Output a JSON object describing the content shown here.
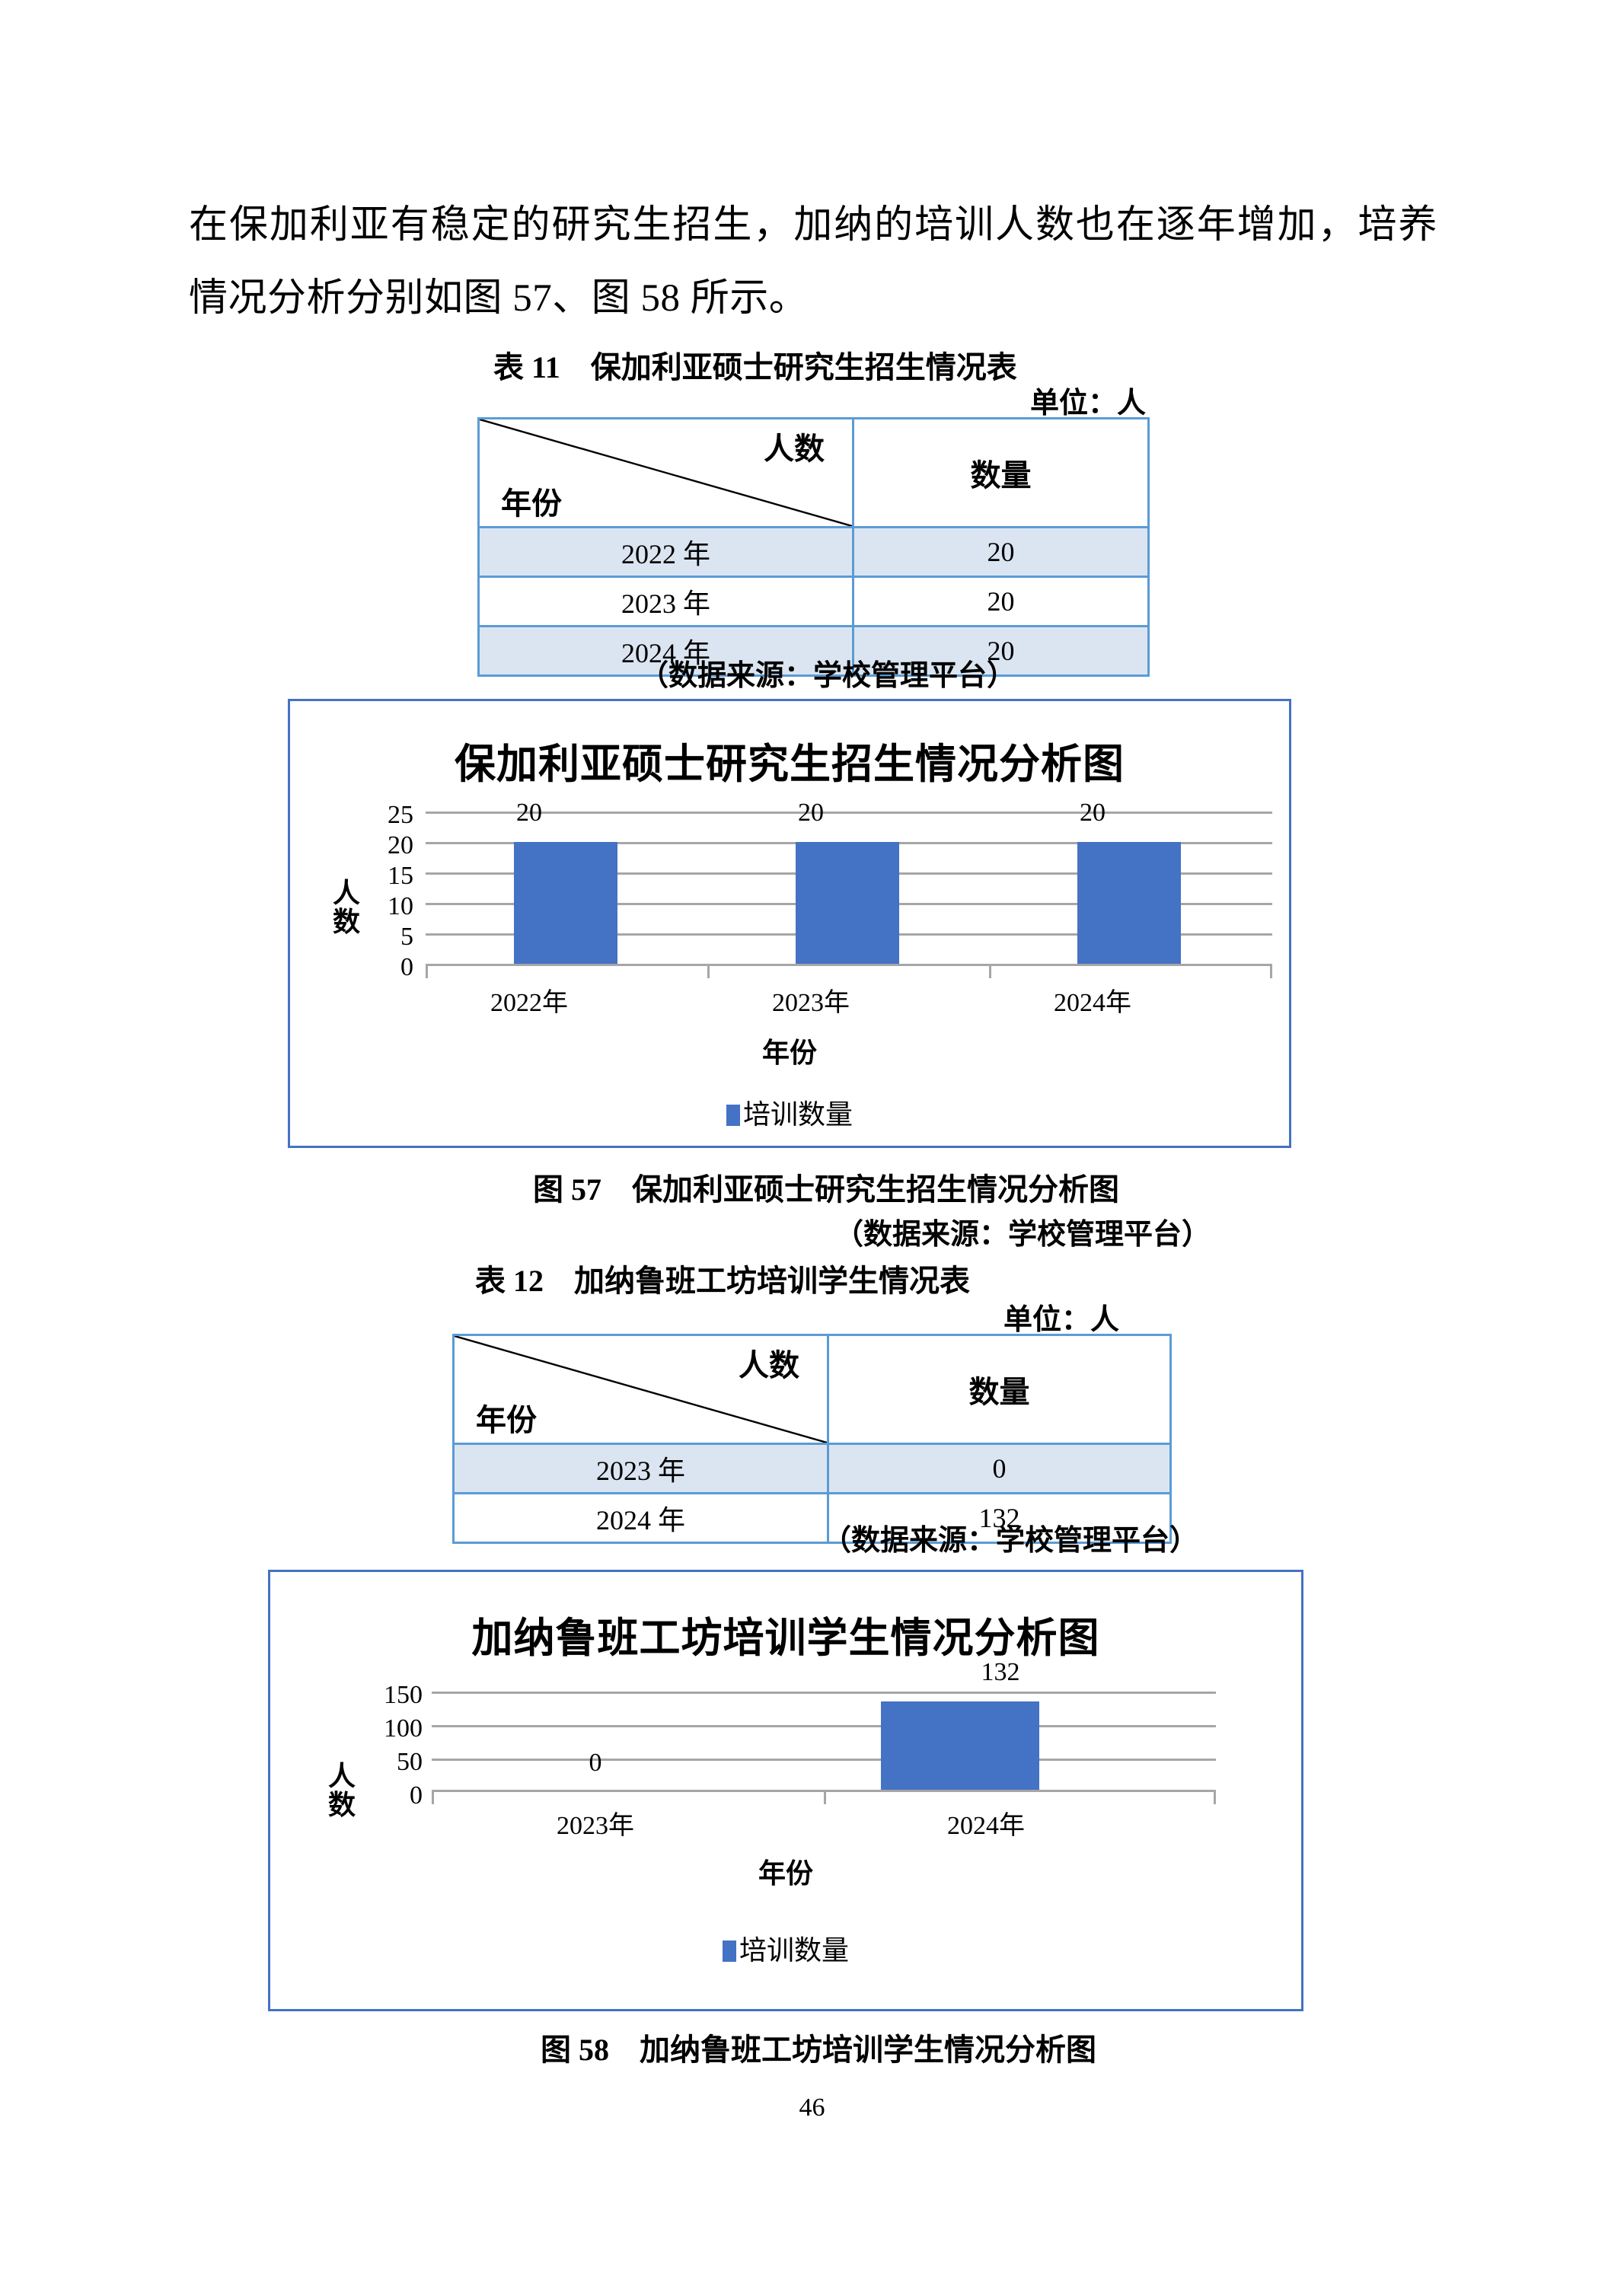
{
  "document": {
    "page_number": "46",
    "body_paragraph": "在保加利亚有稳定的研究生招生，加纳的培训人数也在逐年增加，培养情况分析分别如图 57、图 58 所示。"
  },
  "colors": {
    "bar": "#4472C4",
    "table_border": "#5B9BD5",
    "table_shade": "#DBE5F1",
    "chart_frame": "#4472C4",
    "gridline": "#A6A6A6"
  },
  "table_11": {
    "caption": "表 11　保加利亚硕士研究生招生情况表",
    "unit_note": "单位：人",
    "header": {
      "corner_top_label": "人数",
      "corner_bottom_label": "年份",
      "quantity_label": "数量"
    },
    "rows": [
      {
        "year": "2022 年",
        "quantity": "20"
      },
      {
        "year": "2023 年",
        "quantity": "20"
      },
      {
        "year": "2024 年",
        "quantity": "20"
      }
    ],
    "source_note": "（数据来源：学校管理平台）"
  },
  "figure_57": {
    "caption": "图 57　保加利亚硕士研究生招生情况分析图",
    "source_note": "（数据来源：学校管理平台）"
  },
  "table_12": {
    "caption": "表 12　加纳鲁班工坊培训学生情况表",
    "unit_note": "单位：人",
    "header": {
      "corner_top_label": "人数",
      "corner_bottom_label": "年份",
      "quantity_label": "数量"
    },
    "rows": [
      {
        "year": "2023 年",
        "quantity": "0"
      },
      {
        "year": "2024 年",
        "quantity": "132"
      }
    ],
    "source_note": "（数据来源：学校管理平台）"
  },
  "figure_58": {
    "caption": "图 58　加纳鲁班工坊培训学生情况分析图"
  },
  "chart_data": [
    {
      "type": "bar",
      "title": "保加利亚硕士研究生招生情况分析图",
      "categories": [
        "2022年",
        "2023年",
        "2024年"
      ],
      "values": [
        20,
        20,
        20
      ],
      "data_labels": [
        "20",
        "20",
        "20"
      ],
      "series": [
        {
          "name": "培训数量",
          "values": [
            20,
            20,
            20
          ]
        }
      ],
      "xlabel": "年份",
      "ylabel": "人数",
      "ylim": [
        0,
        25
      ],
      "yticks": [
        25,
        20,
        15,
        10,
        5,
        0
      ],
      "ytick_labels": [
        "25",
        "20",
        "15",
        "10",
        "5",
        "0"
      ],
      "grid": true,
      "legend": "培训数量",
      "legend_position": "bottom",
      "bar_color": "#4472C4"
    },
    {
      "type": "bar",
      "title": "加纳鲁班工坊培训学生情况分析图",
      "categories": [
        "2023年",
        "2024年"
      ],
      "values": [
        0,
        132
      ],
      "data_labels": [
        "0",
        "132"
      ],
      "series": [
        {
          "name": "培训数量",
          "values": [
            0,
            132
          ]
        }
      ],
      "xlabel": "年份",
      "ylabel": "人数",
      "ylim": [
        0,
        150
      ],
      "yticks": [
        150,
        100,
        50,
        0
      ],
      "ytick_labels": [
        "150",
        "100",
        "50",
        "0"
      ],
      "grid": true,
      "legend": "培训数量",
      "legend_position": "bottom",
      "bar_color": "#4472C4"
    }
  ]
}
